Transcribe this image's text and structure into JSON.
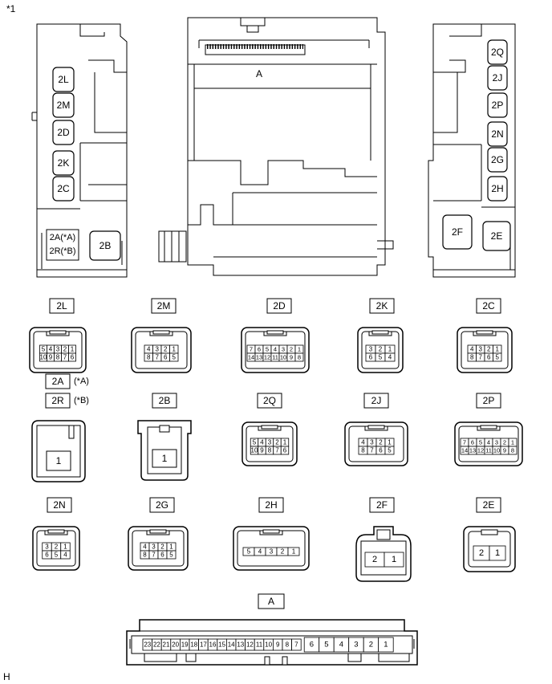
{
  "figure_marker": "*1",
  "footer_marker": "H",
  "block_labels": {
    "center": "A",
    "left": [
      "2L",
      "2M",
      "2D",
      "2K",
      "2C",
      "2B"
    ],
    "left_dual": [
      "2A(*A)",
      "2R(*B)"
    ],
    "right": [
      "2Q",
      "2J",
      "2P",
      "2N",
      "2G",
      "2H",
      "2F",
      "2E"
    ]
  },
  "connectors": {
    "c2L": {
      "label": "2L",
      "row1": [
        "5",
        "4",
        "3",
        "2",
        "1"
      ],
      "row2": [
        "10",
        "9",
        "8",
        "7",
        "6"
      ]
    },
    "c2M": {
      "label": "2M",
      "row1": [
        "4",
        "3",
        "2",
        "1"
      ],
      "row2": [
        "8",
        "7",
        "6",
        "5"
      ]
    },
    "c2D": {
      "label": "2D",
      "row1": [
        "7",
        "6",
        "5",
        "4",
        "3",
        "2",
        "1"
      ],
      "row2": [
        "14",
        "13",
        "12",
        "11",
        "10",
        "9",
        "8"
      ]
    },
    "c2K": {
      "label": "2K",
      "row1": [
        "3",
        "2",
        "1"
      ],
      "row2": [
        "6",
        "5",
        "4"
      ]
    },
    "c2C": {
      "label": "2C",
      "row1": [
        "4",
        "3",
        "2",
        "1"
      ],
      "row2": [
        "8",
        "7",
        "6",
        "5"
      ]
    },
    "c2A": {
      "label": "2A",
      "note": "(*A)",
      "label2": "2R",
      "note2": "(*B)",
      "pin": "1"
    },
    "c2B": {
      "label": "2B",
      "pin": "1"
    },
    "c2Q": {
      "label": "2Q",
      "row1": [
        "5",
        "4",
        "3",
        "2",
        "1"
      ],
      "row2": [
        "10",
        "9",
        "8",
        "7",
        "6"
      ]
    },
    "c2J": {
      "label": "2J",
      "row1": [
        "4",
        "3",
        "2",
        "1"
      ],
      "row2": [
        "8",
        "7",
        "6",
        "5"
      ]
    },
    "c2P": {
      "label": "2P",
      "row1": [
        "7",
        "6",
        "5",
        "4",
        "3",
        "2",
        "1"
      ],
      "row2": [
        "14",
        "13",
        "12",
        "11",
        "10",
        "9",
        "8"
      ]
    },
    "c2N": {
      "label": "2N",
      "row1": [
        "3",
        "2",
        "1"
      ],
      "row2": [
        "6",
        "5",
        "4"
      ]
    },
    "c2G": {
      "label": "2G",
      "row1": [
        "4",
        "3",
        "2",
        "1"
      ],
      "row2": [
        "8",
        "7",
        "6",
        "5"
      ]
    },
    "c2H": {
      "label": "2H",
      "row1": [
        "5",
        "4",
        "3",
        "2",
        "1"
      ]
    },
    "c2F": {
      "label": "2F",
      "row1": [
        "2",
        "1"
      ]
    },
    "c2E": {
      "label": "2E",
      "row1": [
        "2",
        "1"
      ]
    },
    "cA": {
      "label": "A",
      "small": [
        "23",
        "22",
        "21",
        "20",
        "19",
        "18",
        "17",
        "16",
        "15",
        "14",
        "13",
        "12",
        "11",
        "10",
        "9",
        "8",
        "7"
      ],
      "large": [
        "6",
        "5",
        "4",
        "3",
        "2",
        "1"
      ]
    }
  }
}
